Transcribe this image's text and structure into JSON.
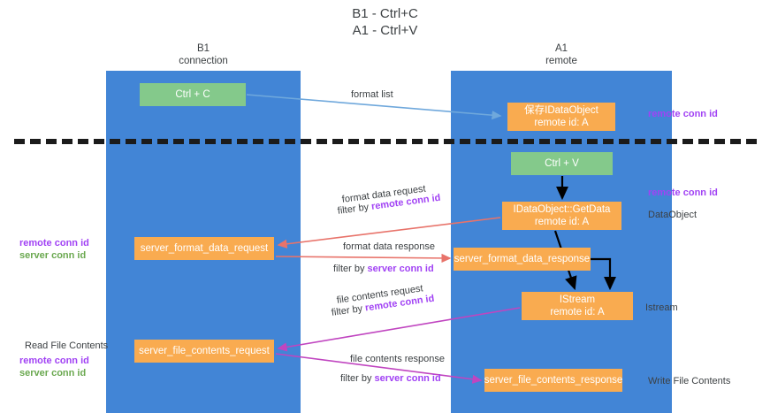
{
  "title": {
    "line1": "B1 - Ctrl+C",
    "line2": "A1 - Ctrl+V"
  },
  "lanes": [
    {
      "id": "b1",
      "name": "B1",
      "role": "connection"
    },
    {
      "id": "a1",
      "name": "A1",
      "role": "remote"
    }
  ],
  "nodes": {
    "ctrl_c": {
      "line1": "Ctrl + C",
      "line2": "",
      "color": "#84c98b",
      "lane": "b1"
    },
    "save_idataobject": {
      "line1": "保存IDataObject",
      "line2": "remote id: A",
      "color": "#f9ab50",
      "lane": "a1"
    },
    "ctrl_v": {
      "line1": "Ctrl + V",
      "line2": "",
      "color": "#84c98b",
      "lane": "a1"
    },
    "getdata": {
      "line1": "IDataObject::GetData",
      "line2": "remote id: A",
      "color": "#f9ab50",
      "lane": "a1"
    },
    "server_format_data_request": {
      "line1": "server_format_data_request",
      "line2": "",
      "color": "#f9ab50",
      "lane": "b1"
    },
    "server_format_data_response": {
      "line1": "server_format_data_response",
      "line2": "",
      "color": "#f9ab50",
      "lane": "a1"
    },
    "istream": {
      "line1": "IStream",
      "line2": "remote id: A",
      "color": "#f9ab50",
      "lane": "a1"
    },
    "server_file_contents_request": {
      "line1": "server_file_contents_request",
      "line2": "",
      "color": "#f9ab50",
      "lane": "b1"
    },
    "server_file_contents_response": {
      "line1": "server_file_contents_response",
      "line2": "",
      "color": "#f9ab50",
      "lane": "a1"
    }
  },
  "edge_labels": {
    "format_list": "format list",
    "format_data_request": "format data request",
    "format_data_request_filter_prefix": "filter by ",
    "format_data_request_filter_key": "remote conn id",
    "format_data_response": "format data response",
    "format_data_response_filter_prefix": "filter by ",
    "format_data_response_filter_key": "server conn id",
    "file_contents_request": "file contents request",
    "file_contents_request_filter_prefix": "filter by ",
    "file_contents_request_filter_key": "remote conn id",
    "file_contents_response": "file contents response",
    "file_contents_response_filter_prefix": "filter by ",
    "file_contents_response_filter_key": "server conn id"
  },
  "side_labels": {
    "remote_conn_id_top": "remote conn id",
    "remote_conn_id_mid": "remote conn id",
    "dataobject": "DataObject",
    "istream": "Istream",
    "write_file_contents": "Write File Contents",
    "read_file_contents": "Read File Contents",
    "left_remote_conn_id": "remote conn id",
    "left_server_conn_id": "server conn id",
    "left_remote_conn_id_2": "remote conn id",
    "left_server_conn_id_2": "server conn id"
  },
  "colors": {
    "lane": "#4285d6",
    "green_node": "#84c98b",
    "orange_node": "#f9ab50",
    "remote_conn_id": "#a142f4",
    "server_conn_id": "#6aa84f",
    "arrow_format_list": "#6fa8dc",
    "arrow_format_data": "#e8736a",
    "arrow_file_contents": "#c045c0",
    "arrow_internal": "#000000",
    "divider": "#1b1b1b",
    "text": "#3c4043",
    "background": "#ffffff"
  }
}
